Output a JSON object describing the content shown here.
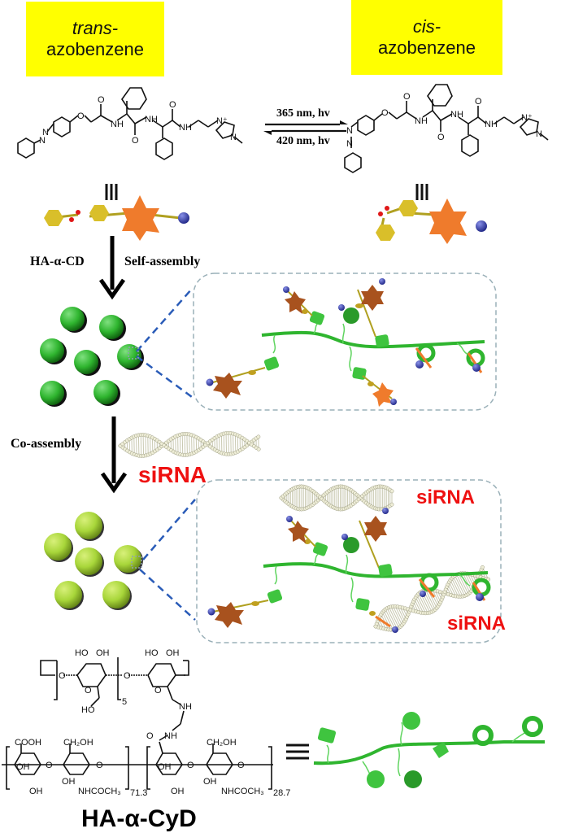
{
  "labels": {
    "trans_prefix": "trans-",
    "trans_suffix": "azobenzene",
    "cis_prefix": "cis-",
    "cis_suffix": "azobenzene",
    "forward_light": "365 nm, hv",
    "reverse_light": "420 nm, hv",
    "equivalence": "≡",
    "step1_left": "HA-α-CD",
    "step1_right": "Self-assembly",
    "step2_left": "Co-assembly",
    "sirna_main": "siRNA",
    "sirna_inset_top": "siRNA",
    "sirna_inset_bottom": "siRNA",
    "polymer_name": "HA-α-CyD"
  },
  "chemistry": {
    "atoms": {
      "n": "N",
      "o": "O",
      "h": "H",
      "nh": "NH",
      "nplus": "N⁺",
      "oh": "OH",
      "ho": "HO",
      "cooh": "COOH",
      "ch2oh": "CH₂OH",
      "nhcoch3": "NHCOCH₃"
    },
    "repeat_units": {
      "cd_ring": "5",
      "ha_unit": "71.3",
      "ha_cd_unit": "28.7"
    }
  },
  "colors": {
    "label_box": "#ffff00",
    "sirna_text": "#ee1111",
    "micelle_green": "#2fb52f",
    "complex_lime": "#a8d63a",
    "azo_yellow": "#d9bf2a",
    "guest_orange": "#ef7b2c",
    "guest_brown": "#a8521e",
    "cation_blue": "#3a45b0",
    "cyclodextrin_green": "#3fc43f",
    "zoom_line": "#2a5cb8",
    "inset_border": "#9ab0b8"
  }
}
